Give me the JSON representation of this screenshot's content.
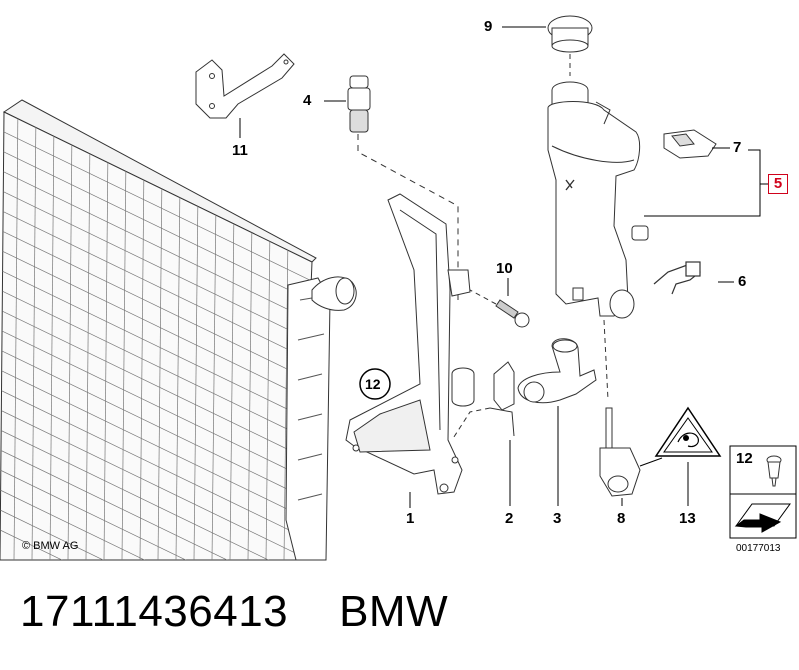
{
  "diagram": {
    "callouts": {
      "c1": "1",
      "c2": "2",
      "c3": "3",
      "c4": "4",
      "c5": "5",
      "c6": "6",
      "c7": "7",
      "c8": "8",
      "c9": "9",
      "c10": "10",
      "c11": "11",
      "c12_circle": "12",
      "c13": "13",
      "c12_box": "12"
    },
    "highlight_color": "#d0021b",
    "copyright": "© BMW AG",
    "reference_code": "00177013"
  },
  "footer": {
    "part_number": "17111436413",
    "brand": "BMW"
  }
}
